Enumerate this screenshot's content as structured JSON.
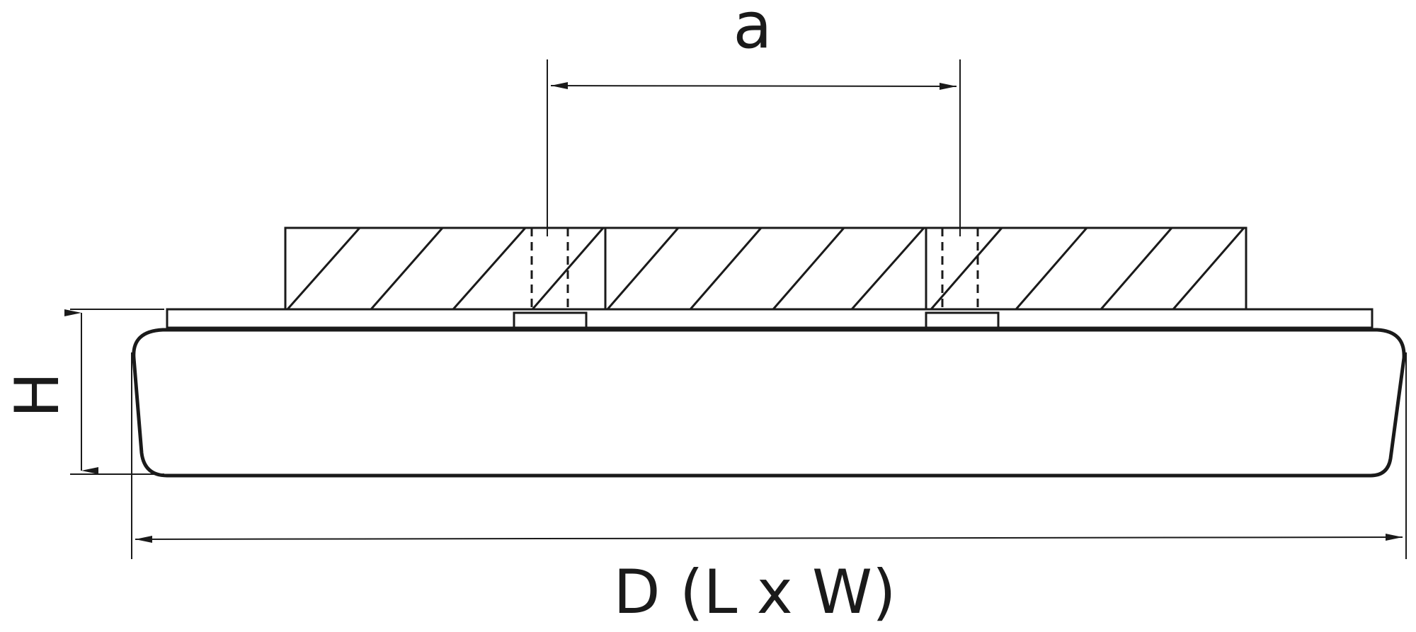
{
  "diagram": {
    "ink_color": "#1a1a1a",
    "background_color": "#ffffff",
    "labels": {
      "mount_spacing": "a",
      "height": "H",
      "diameter": "D (L x W)"
    }
  }
}
